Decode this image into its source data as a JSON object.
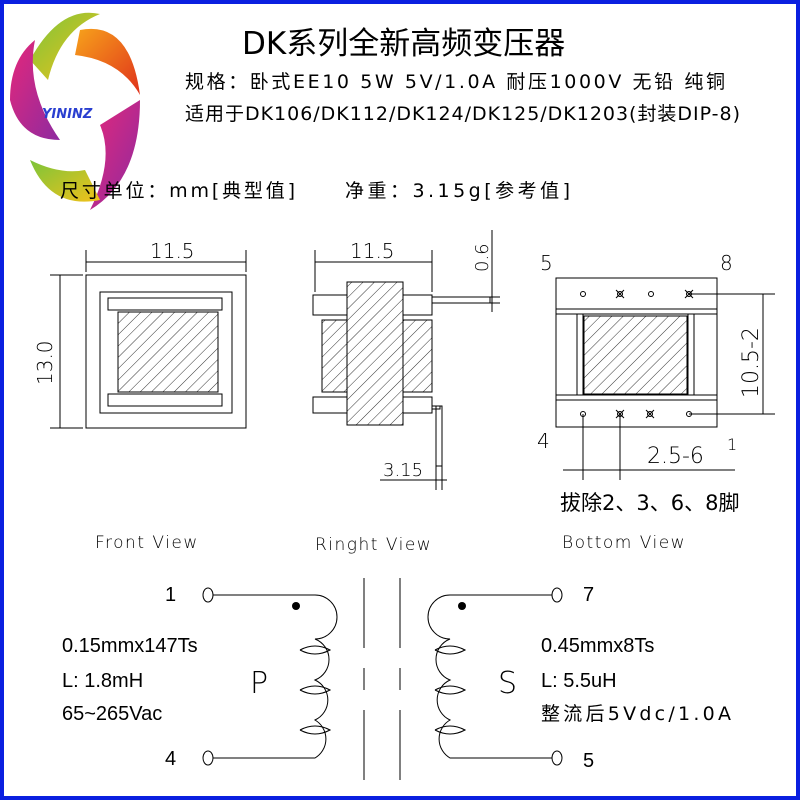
{
  "logo": {
    "text": "YININZ"
  },
  "title": "DK系列全新高频变压器",
  "spec_line": "规格：卧式EE10 5W 5V/1.0A 耐压1000V 无铅 纯铜",
  "apply_line": "适用于DK106/DK112/DK124/DK125/DK1203(封装DIP-8)",
  "units_line": "尺寸单位：mm[典型值]",
  "weight_line": "净重：3.15g[参考值]",
  "front_view": {
    "label": "Front View",
    "width_dim": "11.5",
    "height_dim": "13.0"
  },
  "right_view": {
    "label": "Ringht View",
    "width_dim": "11.5",
    "pin_dim": "0.6",
    "pin_len_dim": "3.15"
  },
  "bottom_view": {
    "label": "Bottom View",
    "pin_tl": "5",
    "pin_tr": "8",
    "pin_bl": "4",
    "pin_br": "1",
    "row_dim": "10.5-2",
    "pitch_dim": "2.5-6",
    "note": "拔除2、3、6、8脚"
  },
  "schematic": {
    "primary": {
      "pin_top": "1",
      "pin_bottom": "4",
      "label": "P",
      "wire": "0.15mmx147Ts",
      "inductance": "L: 1.8mH",
      "voltage": "65~265Vac"
    },
    "secondary": {
      "pin_top": "7",
      "pin_bottom": "5",
      "label": "S",
      "wire": "0.45mmx8Ts",
      "inductance": "L: 5.5uH",
      "output": "整流后5Vdc/1.0A"
    }
  },
  "colors": {
    "border": "#0a1fe0"
  }
}
